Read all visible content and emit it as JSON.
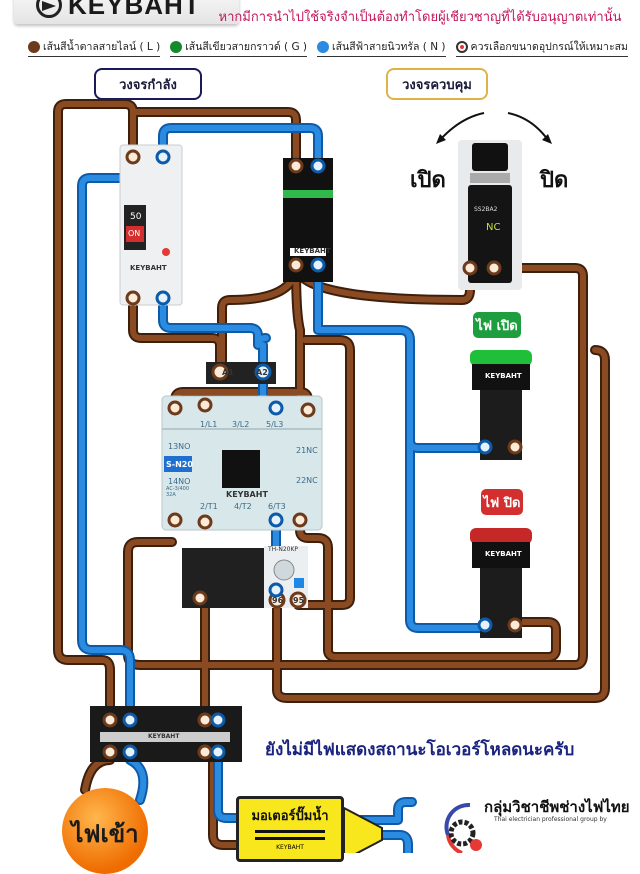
{
  "header": {
    "brand": "KEYBAHT",
    "warning": "หากมีการนำไปใช้จริงจำเป็นต้องทำโดยผู้เชียวชาญที่ได้รับอนุญาตเท่านั้น"
  },
  "legend": [
    {
      "label": "เส้นสีน้ำตาลสายไลน์ ( L )",
      "color": "#6d3a1c"
    },
    {
      "label": "เส้นสีเขียวสายกราวด์ ( G )",
      "color": "#138a2e"
    },
    {
      "label": "เส้นสีฟ้าสายนิวทรัล ( N )",
      "color": "#2a8be0"
    },
    {
      "label": "ควรเลือกขนาดอุปกรณ์ให้เหมาะสม",
      "color": "#e53935"
    }
  ],
  "sections": {
    "power": "วงจรกำลัง",
    "control": "วงจรควบคุม"
  },
  "selector_switch": {
    "left_label": "เปิด",
    "right_label": "ปิด",
    "contact": "NC",
    "model": "SS2BA2"
  },
  "breaker": {
    "rating": "50",
    "state": "ON",
    "brand": "KEYBAHT"
  },
  "small_breaker": {
    "brand": "KEYBAHT"
  },
  "contactor": {
    "model": "S-N20",
    "brand": "KEYBAHT",
    "coil_terminals": [
      "A1",
      "A2"
    ],
    "top_terminals": [
      "1/L1",
      "3/L2",
      "5/L3"
    ],
    "bottom_terminals": [
      "2/T1",
      "4/T2",
      "6/T3"
    ],
    "aux_left": [
      "13NO",
      "14NO"
    ],
    "aux_right": [
      "21NC",
      "22NC"
    ],
    "rating": "AC-3/400 32A"
  },
  "overload": {
    "model": "TH-N20KP",
    "terminals": [
      "96",
      "95"
    ]
  },
  "pilot_lamps": [
    {
      "label": "ไฟ เปิด",
      "color": "#1e9e3e",
      "brand": "KEYBAHT"
    },
    {
      "label": "ไฟ ปิด",
      "color": "#d32f2f",
      "brand": "KEYBAHT"
    }
  ],
  "terminal_block": {
    "brand": "KEYBAHT"
  },
  "power_input": "ไฟเข้า",
  "motor": {
    "label": "มอเตอร์ปั๊มน้ำ",
    "brand": "KEYBAHT"
  },
  "status_message": "ยังไม่มีไฟแสดงสถานะโอเวอร์โหลดนะครับ",
  "footer": {
    "group_title": "กลุ่มวิชาชีพช่างไฟไทย",
    "group_subtitle": "Thai electrician professional group by"
  },
  "colors": {
    "line": "#6d3a1c",
    "neutral": "#2a8be0",
    "ground": "#138a2e",
    "warning": "#c2185b"
  }
}
